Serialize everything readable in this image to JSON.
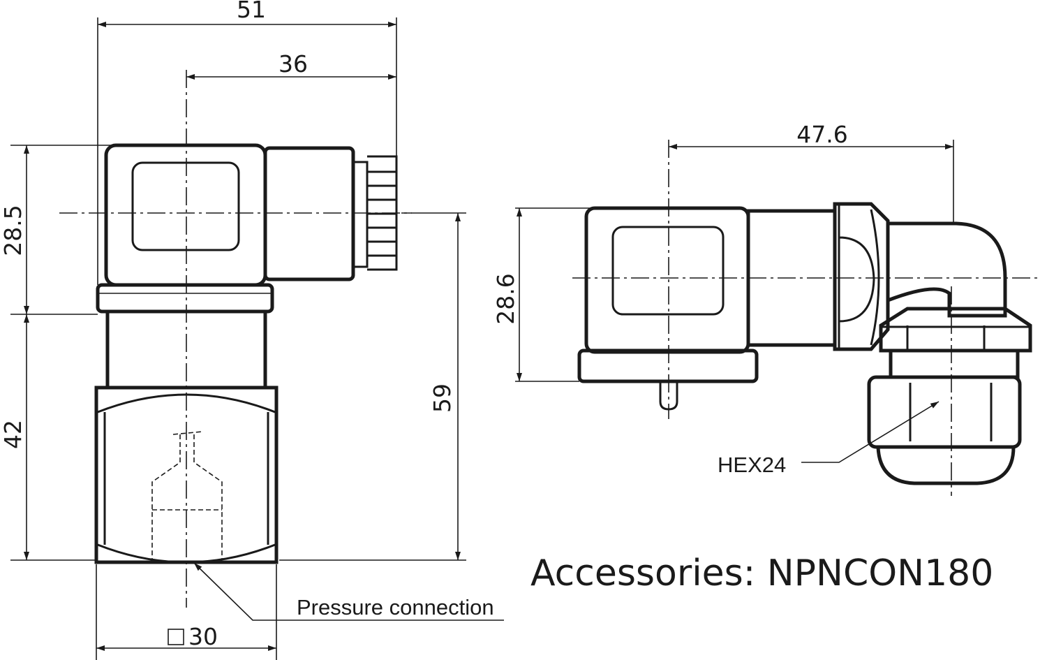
{
  "dimensions": {
    "overall_width": "51",
    "connector_offset": "36",
    "connector_height": "28.5",
    "body_height": "42",
    "total_height": "59",
    "square": "30",
    "right_width": "47.6",
    "right_height": "28.6"
  },
  "labels": {
    "pressure_connection": "Pressure connection",
    "hex": "HEX24",
    "accessories": "Accessories: NPNCON180"
  },
  "colors": {
    "line": "#1a1a1a",
    "background": "#ffffff"
  }
}
